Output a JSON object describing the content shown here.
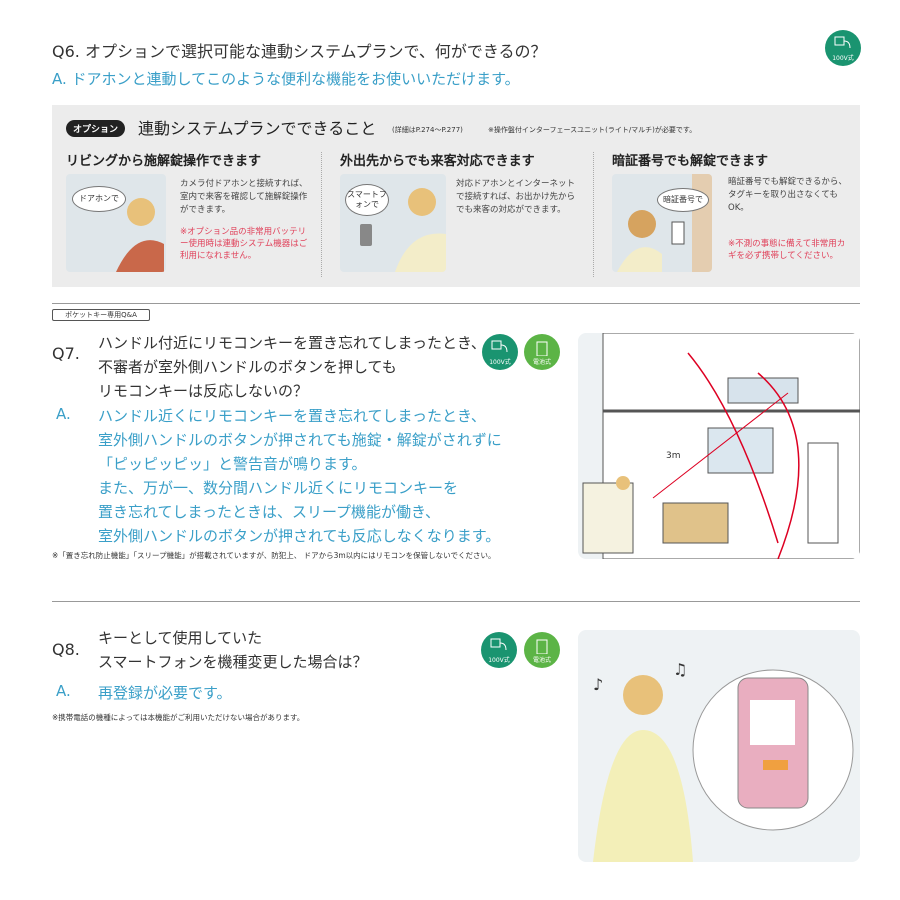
{
  "q6": {
    "q": "Q6. オプションで選択可能な連動システムプランで、何ができるの？",
    "a": "A.  ドアホンと連動してこのような便利な機能をお使いいただけます。",
    "badge": "100V式"
  },
  "box": {
    "tag": "オプション",
    "title": "連動システムプランでできること",
    "ref": "(詳細はP.274〜P.277)",
    "req": "※操作盤付インターフェースユニット(ライト/マルチ)が必要です。",
    "cols": [
      {
        "title": "リビングから施解錠操作できます",
        "bubble": "ドアホンで",
        "text": "カメラ付ドアホンと接続すれば、室内で来客を確認して施解錠操作ができます。",
        "warn": "※オプション品の非常用バッテリー使用時は連動システム機器はご利用になれません。"
      },
      {
        "title": "外出先からでも来客対応できます",
        "bubble": "スマートフォンで",
        "text": "対応ドアホンとインターネットで接続すれば、お出かけ先からでも来客の対応ができます。",
        "warn": ""
      },
      {
        "title": "暗証番号でも解錠できます",
        "bubble": "暗証番号で",
        "text": "暗証番号でも解錠できるから、タグキーを取り出さなくてもOK。",
        "warn": "※不測の事態に備えて非常用カギを必ず携帯してください。"
      }
    ]
  },
  "section_tag": "ポケットキー専用Q&A",
  "q7": {
    "num": "Q7.",
    "q": [
      "ハンドル付近にリモコンキーを置き忘れてしまったとき、",
      "不審者が室外側ハンドルのボタンを押しても",
      "リモコンキーは反応しないの？"
    ],
    "a_label": "A.",
    "a": [
      "ハンドル近くにリモコンキーを置き忘れてしまったとき、",
      "室外側ハンドルのボタンが押されても施錠・解錠がされずに",
      "「ピッピッピッ」と警告音が鳴ります。",
      "また、万が一、数分間ハンドル近くにリモコンキーを",
      "置き忘れてしまったときは、スリープ機能が働き、",
      "室外側ハンドルのボタンが押されても反応しなくなります。"
    ],
    "note": "※「置き忘れ防止機能」「スリープ機能」が搭載されていますが、防犯上、 ドアから3m以内にはリモコンを保管しないでください。",
    "badges": [
      "100V式",
      "電池式"
    ],
    "distance": "3m"
  },
  "q8": {
    "num": "Q8.",
    "q": [
      "キーとして使用していた",
      "スマートフォンを機種変更した場合は？"
    ],
    "a_label": "A.",
    "a": "再登録が必要です。",
    "note": "※携帯電話の機種によっては本機能がご利用いただけない場合があります。",
    "badges": [
      "100V式",
      "電池式"
    ]
  },
  "colors": {
    "accent": "#3a9fc8",
    "badge100": "#1a9470",
    "badgeBattery": "#5cb446",
    "warn": "#e0415a",
    "panel": "#ececec"
  }
}
